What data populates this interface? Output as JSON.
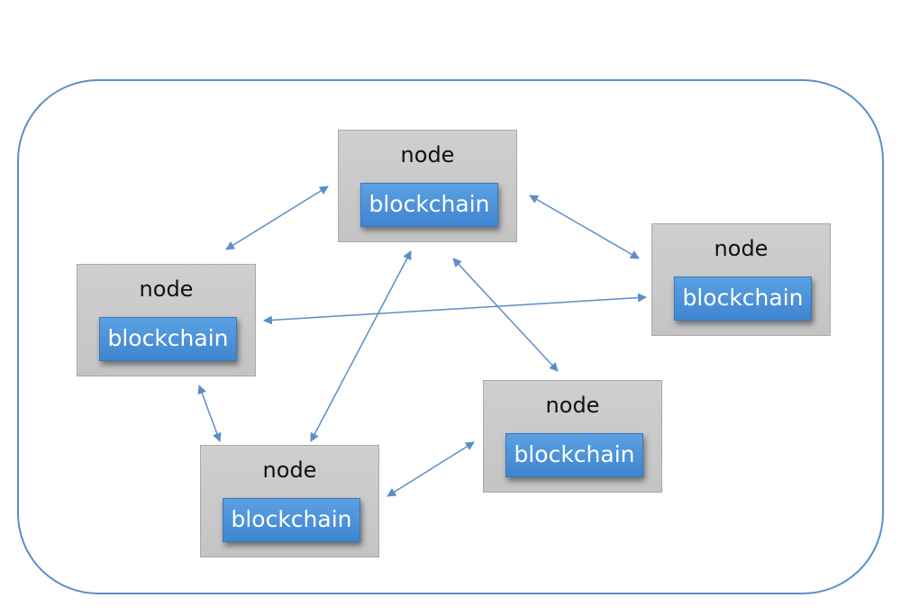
{
  "diagram": {
    "nodes": [
      {
        "id": "top",
        "label": "node",
        "chain_label": "blockchain"
      },
      {
        "id": "right",
        "label": "node",
        "chain_label": "blockchain"
      },
      {
        "id": "left",
        "label": "node",
        "chain_label": "blockchain"
      },
      {
        "id": "bottom-right",
        "label": "node",
        "chain_label": "blockchain"
      },
      {
        "id": "bottom-left",
        "label": "node",
        "chain_label": "blockchain"
      }
    ],
    "connections": [
      {
        "from": "top",
        "to": "left",
        "bidirectional": true
      },
      {
        "from": "top",
        "to": "right",
        "bidirectional": true
      },
      {
        "from": "top",
        "to": "bottom-left",
        "bidirectional": true
      },
      {
        "from": "top",
        "to": "bottom-right",
        "bidirectional": true
      },
      {
        "from": "left",
        "to": "right",
        "bidirectional": true
      },
      {
        "from": "left",
        "to": "bottom-left",
        "bidirectional": true
      },
      {
        "from": "bottom-left",
        "to": "bottom-right",
        "bidirectional": true
      }
    ],
    "colors": {
      "frame_border": "#5b8fc7",
      "arrow": "#5b8fc7",
      "node_fill": "#c9c9c9",
      "chain_fill": "#4a91da",
      "chain_text": "#ffffff"
    }
  }
}
